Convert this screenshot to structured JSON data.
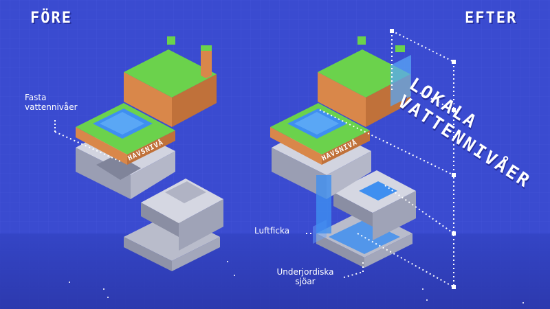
{
  "headings": {
    "before": "FÖRE",
    "after": "EFTER"
  },
  "callouts": {
    "fixed_water_levels": "Fasta vattennivåer",
    "air_pocket": "Luftficka",
    "underground_lakes": "Underjordiska sjöar"
  },
  "local_water_levels": {
    "line1": "LOKALA",
    "line2": "VATTENNIVÅER"
  },
  "sea_level_label_before": "HAVSNIVÅ",
  "sea_level_label_after": "HAVSNIVÅ",
  "colors": {
    "background": "#3a4bd0",
    "grass": "#6bd24c",
    "dirt": "#d9874a",
    "stone": "#c9cbd6",
    "water": "#3f8ff0",
    "text": "#ffffff"
  }
}
